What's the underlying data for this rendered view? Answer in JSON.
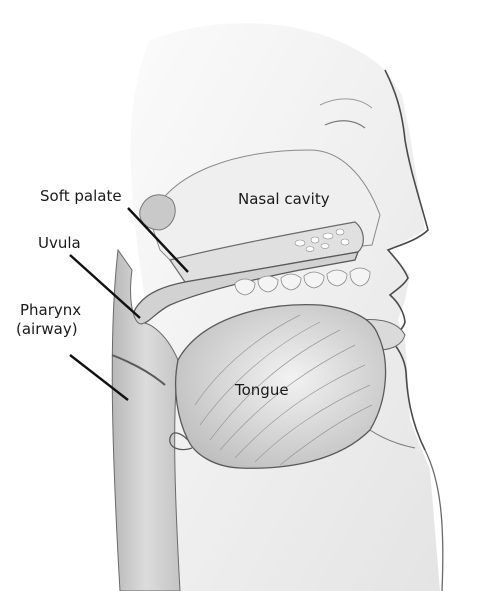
{
  "labels": {
    "soft_palate": "Soft palate",
    "nasal_cavity": "Nasal cavity",
    "uvula": "Uvula",
    "pharynx_line1": "Pharynx",
    "pharynx_line2": "(airway)",
    "tongue": "Tongue"
  },
  "colors": {
    "background": "#ffffff",
    "outline": "#4a4a4a",
    "tissue_light": "#e6e6e6",
    "tissue_mid": "#cfcfcf",
    "tissue_dark": "#a9a9a9",
    "label_text": "#1a1a1a"
  }
}
